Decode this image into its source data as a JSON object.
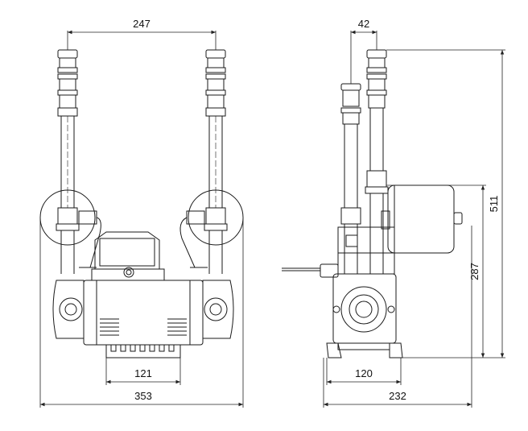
{
  "dimensions": {
    "front_inlet_spacing": "247",
    "front_base_width": "121",
    "front_overall_width": "353",
    "side_pipe_offset": "42",
    "side_base_width": "120",
    "side_overall_width": "232",
    "side_outlet_height": "287",
    "side_overall_height": "511"
  },
  "colors": {
    "line": "#1a1a1a",
    "dim_line": "#222222",
    "background": "#ffffff"
  }
}
